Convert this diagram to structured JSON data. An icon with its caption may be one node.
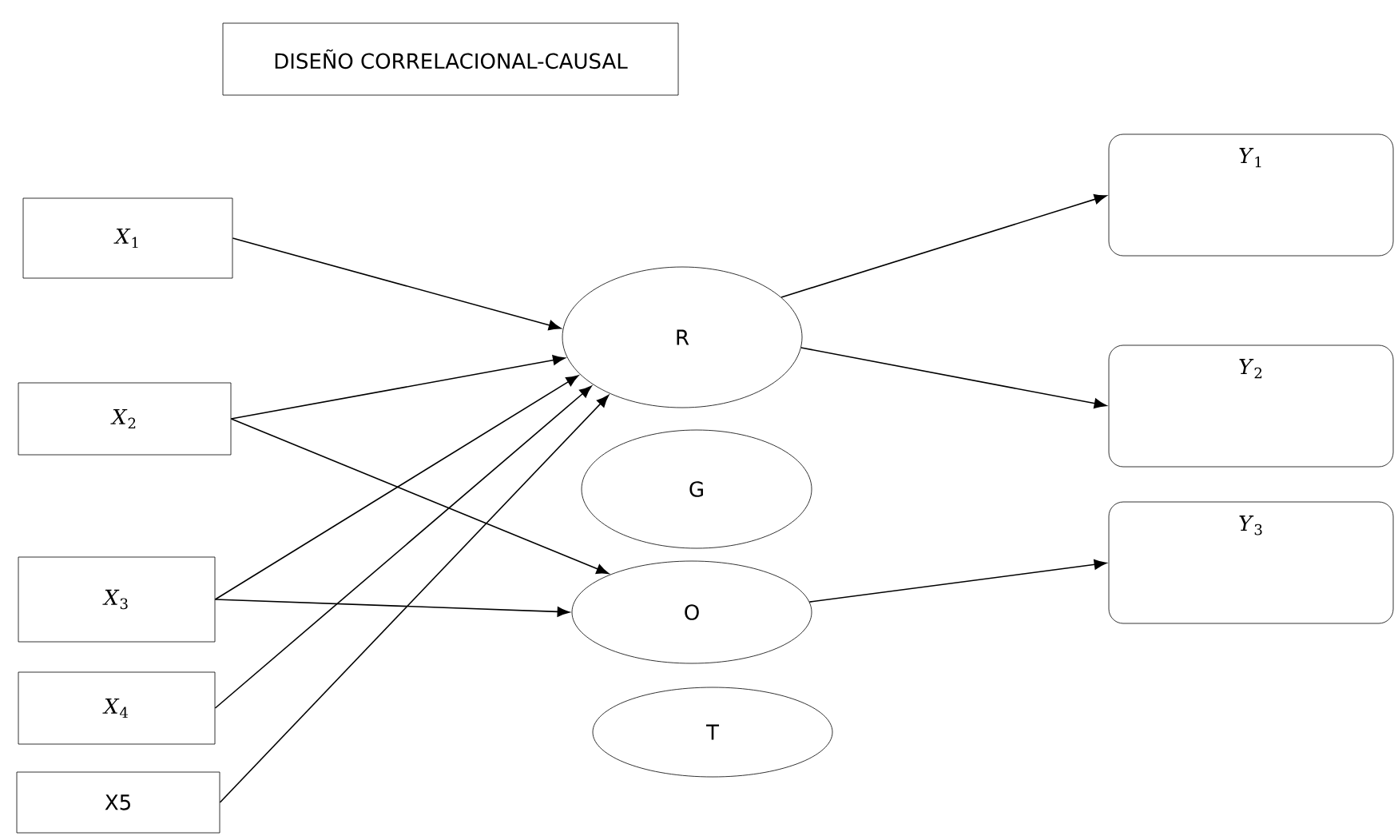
{
  "diagram": {
    "nodes": [
      {
        "text": [
          "DISEÑO CORRELACIONAL-CAUSAL"
        ]
      },
      {
        "text": [
          "*X*$_{1}$"
        ]
      },
      {
        "text": [
          "*X*$_{2}$"
        ]
      },
      {
        "text": [
          "*X*$_{3}$"
        ]
      },
      {
        "text": [
          "*X*$_{4}$"
        ]
      },
      {
        "text": [
          "X5"
        ]
      },
      {
        "text": [
          "R"
        ]
      },
      {
        "text": [
          "G"
        ]
      },
      {
        "text": [
          "O"
        ]
      },
      {
        "text": [
          "T"
        ]
      },
      {
        "text": [
          "*Y*$_{1}$"
        ]
      },
      {
        "text": [
          "*Y*$_{2}$"
        ]
      },
      {
        "text": [
          "*Y*$_{3}$"
        ]
      }
    ],
    "edges": [
      {
        "from": 1,
        "to": 6,
        "arrow": "to"
      },
      {
        "from": 2,
        "to": 6,
        "arrow": "to"
      },
      {
        "from": 2,
        "to": 8,
        "arrow": "to"
      },
      {
        "from": 3,
        "to": 6,
        "arrow": "to"
      },
      {
        "from": 3,
        "to": 8,
        "arrow": "to"
      },
      {
        "from": 4,
        "to": 6,
        "arrow": "to"
      },
      {
        "from": 5,
        "to": 6,
        "arrow": "to"
      },
      {
        "from": 6,
        "to": 10,
        "arrow": "to"
      },
      {
        "from": 6,
        "to": 11,
        "arrow": "to"
      },
      {
        "from": 8,
        "to": 12,
        "arrow": "to"
      }
    ]
  }
}
